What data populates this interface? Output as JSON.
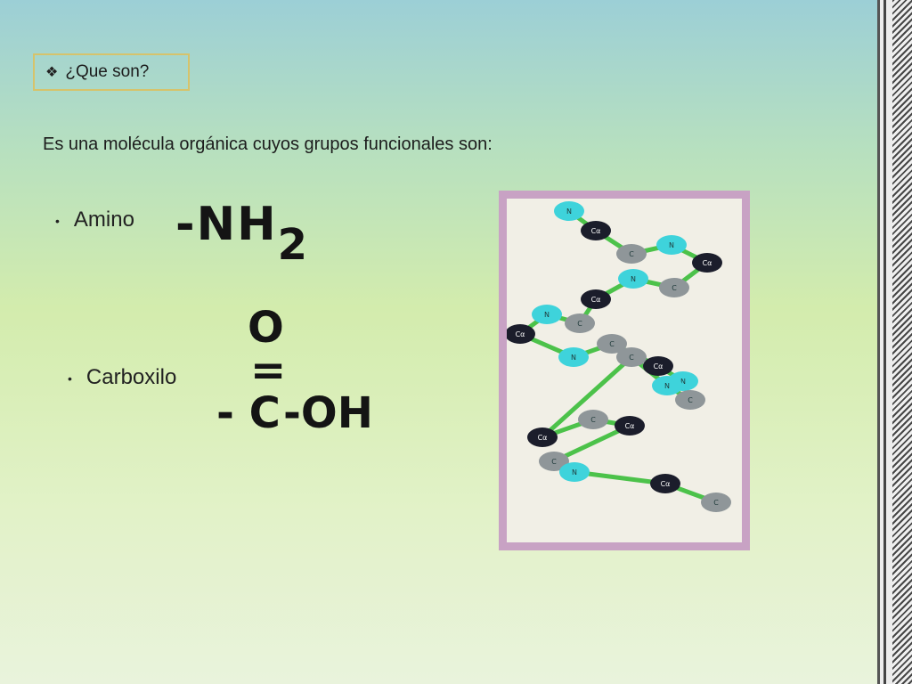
{
  "slide": {
    "title_box": {
      "bullet_icon": "diamond-cluster-icon",
      "text": "¿Que son?"
    },
    "intro": "Es una molécula orgánica cuyos grupos funcionales son:",
    "items": [
      {
        "label": "Amino",
        "formula_dash": "-",
        "formula_main": "NH",
        "formula_sub": "2"
      },
      {
        "label": "Carboxilo",
        "top_atom": "O",
        "double_bond": "=",
        "formula_left": "- C",
        "formula_right": "-OH"
      }
    ],
    "molecule_atoms": [
      "N",
      "Cα",
      "C",
      "N",
      "Cα",
      "C",
      "N",
      "Cα",
      "N",
      "C",
      "Cα",
      "N",
      "C",
      "Cα",
      "N",
      "C",
      "N",
      "C",
      "Cα",
      "C",
      "Cα",
      "C",
      "N",
      "Cα",
      "C"
    ]
  },
  "colors": {
    "accent_border": "#d6c36b",
    "image_frame": "#c8a2c4",
    "atom_N": "#3ed3db",
    "atom_Ca": "#1b1d2b",
    "atom_C": "#8f9699",
    "bond": "#4cc24a"
  }
}
